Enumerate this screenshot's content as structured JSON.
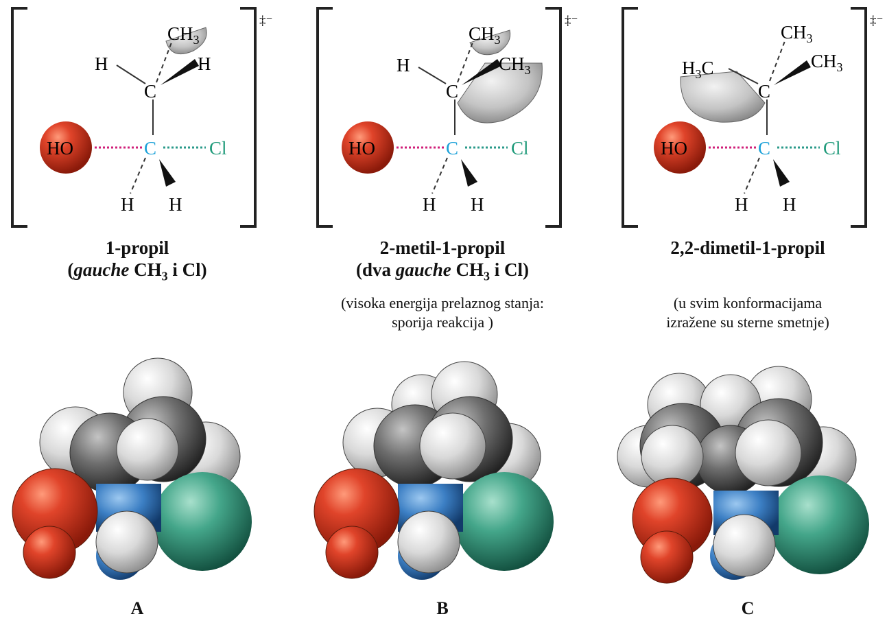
{
  "panels": [
    {
      "letter": "A",
      "name_line1": "1-propil",
      "name_line2_italic": "gauche",
      "name_line2_rest": " CH",
      "name_line2_sub": "3",
      "name_line2_end": " i Cl)",
      "note_line1": "",
      "note_line2": "",
      "labels": {
        "ho": "HO",
        "cl": "Cl",
        "c_center": "C",
        "c_top": "C",
        "h": "H",
        "ch3": "CH",
        "sub3": "3",
        "charge": "‡⁻"
      }
    },
    {
      "letter": "B",
      "name_line1": "2-metil-1-propil",
      "name_line2_prefix": "(dva ",
      "name_line2_italic": "gauche",
      "name_line2_rest": " CH",
      "name_line2_sub": "3",
      "name_line2_end": " i Cl)",
      "note_line1": "(visoka energija prelaznog stanja:",
      "note_line2": "sporija reakcija )",
      "labels": {
        "ho": "HO",
        "cl": "Cl",
        "c_center": "C",
        "c_top": "C",
        "h": "H",
        "ch3": "CH",
        "sub3": "3",
        "charge": "‡⁻"
      }
    },
    {
      "letter": "C",
      "name_line1": "2,2-dimetil-1-propil",
      "note_line1": "(u svim konformacijama",
      "note_line2": "izražene su sterne smetnje)",
      "labels": {
        "ho": "HO",
        "cl": "Cl",
        "c_center": "C",
        "c_top": "C",
        "h": "H",
        "ch3": "CH",
        "h3c_h": "H",
        "h3c_c": "C",
        "sub3": "3",
        "charge": "‡⁻"
      }
    }
  ],
  "colors": {
    "oxygen": "#d23a22",
    "chlorine": "#3a9c80",
    "carbon_center": "#3c7fc4",
    "carbon": "#6a6a6a",
    "hydrogen": "#e6e6e6",
    "attack_line": "#d0207a",
    "leave_line": "#2a9a8a",
    "c_label": "#1aa0d8",
    "cl_label": "#1f9a7a"
  }
}
